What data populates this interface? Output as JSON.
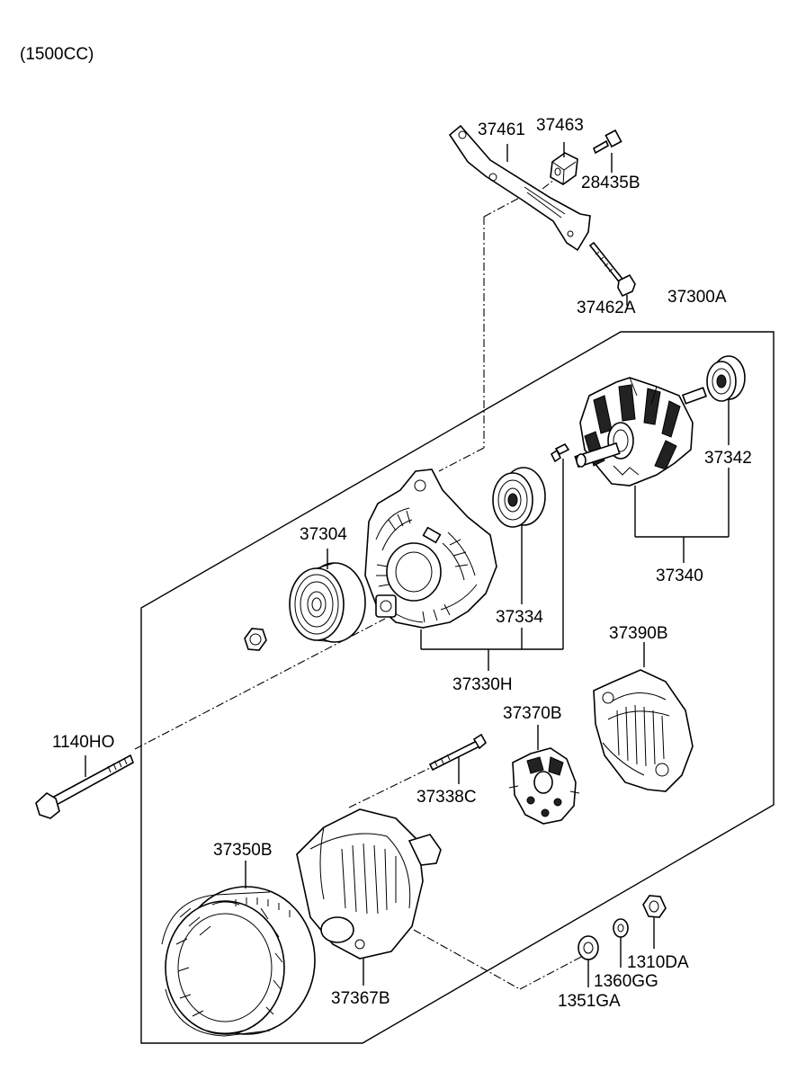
{
  "header": {
    "variant": "(1500CC)"
  },
  "labels": {
    "p37461": "37461",
    "p37463": "37463",
    "p28435B": "28435B",
    "p37462A": "37462A",
    "p37300A": "37300A",
    "p37342": "37342",
    "p37340": "37340",
    "p37304": "37304",
    "p37334": "37334",
    "p37330H": "37330H",
    "p37390B": "37390B",
    "p37370B": "37370B",
    "p1140HO": "1140HO",
    "p37338C": "37338C",
    "p37350B": "37350B",
    "p37367B": "37367B",
    "p1310DA": "1310DA",
    "p1360GG": "1360GG",
    "p1351GA": "1351GA"
  }
}
